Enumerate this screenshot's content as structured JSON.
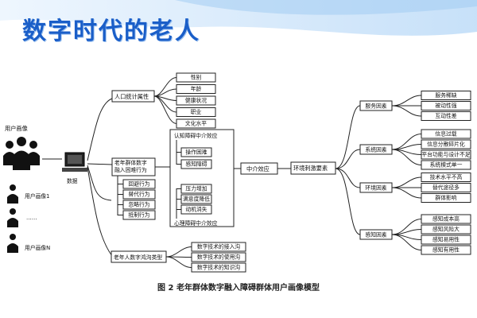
{
  "title": "数字时代的老人",
  "caption": "图 2    老年群体数字融入障碍群体用户画像模型",
  "colors": {
    "title": "#1a5ec8",
    "deco_top": "#cfe4fb",
    "line": "#222222"
  },
  "left": {
    "user_portrait": "用户画像",
    "user1": "用户画像1",
    "dots": "……",
    "userN": "用户画像N",
    "data_label": "数据"
  },
  "hub": {
    "demographic": "人口统计属性",
    "barrier_behavior": "老年群体数字融入困难行为",
    "gap_type": "老年人数字鸿沟类型",
    "mediating": "中介效应",
    "environment": "环境刺激要素"
  },
  "demographic_items": [
    "性别",
    "年龄",
    "健康状况",
    "职业",
    "文化水平"
  ],
  "cognitive": {
    "header": "认知障碍中介效应",
    "items": [
      "操作困难",
      "感知障碍"
    ]
  },
  "psych": {
    "footer": "心理障碍中介效应",
    "items": [
      "压力增加",
      "满意度降低",
      "动机消失"
    ]
  },
  "behaviors": [
    "回避行为",
    "替代行为",
    "忽略行为",
    "抵制行为"
  ],
  "gap_items": [
    "数字技术的接入沟",
    "数字技术的使用沟",
    "数字技术的知识沟"
  ],
  "factors": [
    {
      "name": "服务因素",
      "items": [
        "服务稀缺",
        "被动性强",
        "互动性差"
      ]
    },
    {
      "name": "系统因素",
      "items": [
        "信息过载",
        "信息分散碎片化",
        "平台功能与设计不足",
        "系统模式单一"
      ]
    },
    {
      "name": "环境因素",
      "items": [
        "技术水平不高",
        "替代途径多",
        "群体影响"
      ]
    },
    {
      "name": "感知因素",
      "items": [
        "感知成本高",
        "感知风险大",
        "感知易用性",
        "感知有用性"
      ]
    }
  ]
}
